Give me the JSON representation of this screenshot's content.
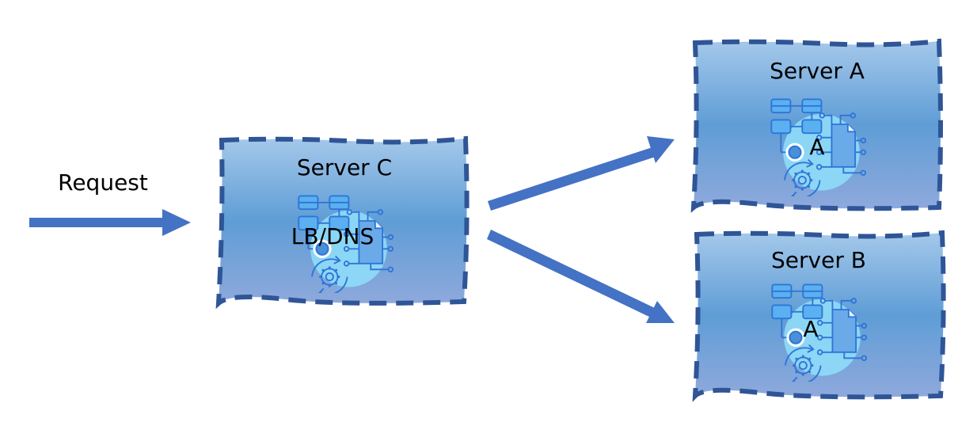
{
  "diagram": {
    "request_label": "Request",
    "colors": {
      "arrow": "#4472c4",
      "border": "#2f5597",
      "fill_top": "#9dc3e6",
      "fill_mid": "#5b9bd5",
      "fill_bottom": "#8faadc",
      "icon_circle": "#8fdcf8",
      "icon_stroke": "#2e75d6",
      "icon_fill": "#5ab0f0"
    },
    "servers": [
      {
        "id": "c",
        "title": "Server C",
        "app_label": "LB/DNS"
      },
      {
        "id": "a",
        "title": "Server A",
        "app_label": "A"
      },
      {
        "id": "b",
        "title": "Server B",
        "app_label": "A"
      }
    ],
    "edges": [
      {
        "from": "request",
        "to": "c"
      },
      {
        "from": "c",
        "to": "a"
      },
      {
        "from": "c",
        "to": "b"
      }
    ]
  }
}
